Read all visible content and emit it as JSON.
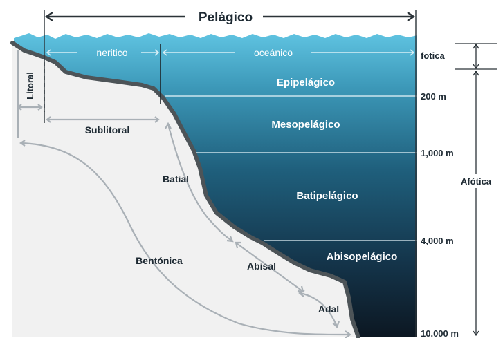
{
  "title": "Pelágico",
  "horizontal": {
    "neritic": "neritico",
    "oceanic": "oceánico"
  },
  "coastal": {
    "littoral": "Litoral",
    "sublittoral": "Sublitoral"
  },
  "water_zones": [
    "Epipelágico",
    "Mesopelágico",
    "Batipelágico",
    "Abisopelágico"
  ],
  "benthic": {
    "bathyal": "Batial",
    "benthic": "Bentónica",
    "abyssal": "Abisal",
    "hadal": "Adal"
  },
  "depths": [
    "200 m",
    "1,000 m",
    "4,000 m",
    "10.000 m"
  ],
  "light": {
    "photic": "fotica",
    "aphotic": "Afótica"
  },
  "colors": {
    "surface": "#5fc3e1",
    "deep": "#0c1722",
    "land": "#f1f1f1",
    "shore": "#4d5458",
    "arrow": "#a9b0b6"
  }
}
